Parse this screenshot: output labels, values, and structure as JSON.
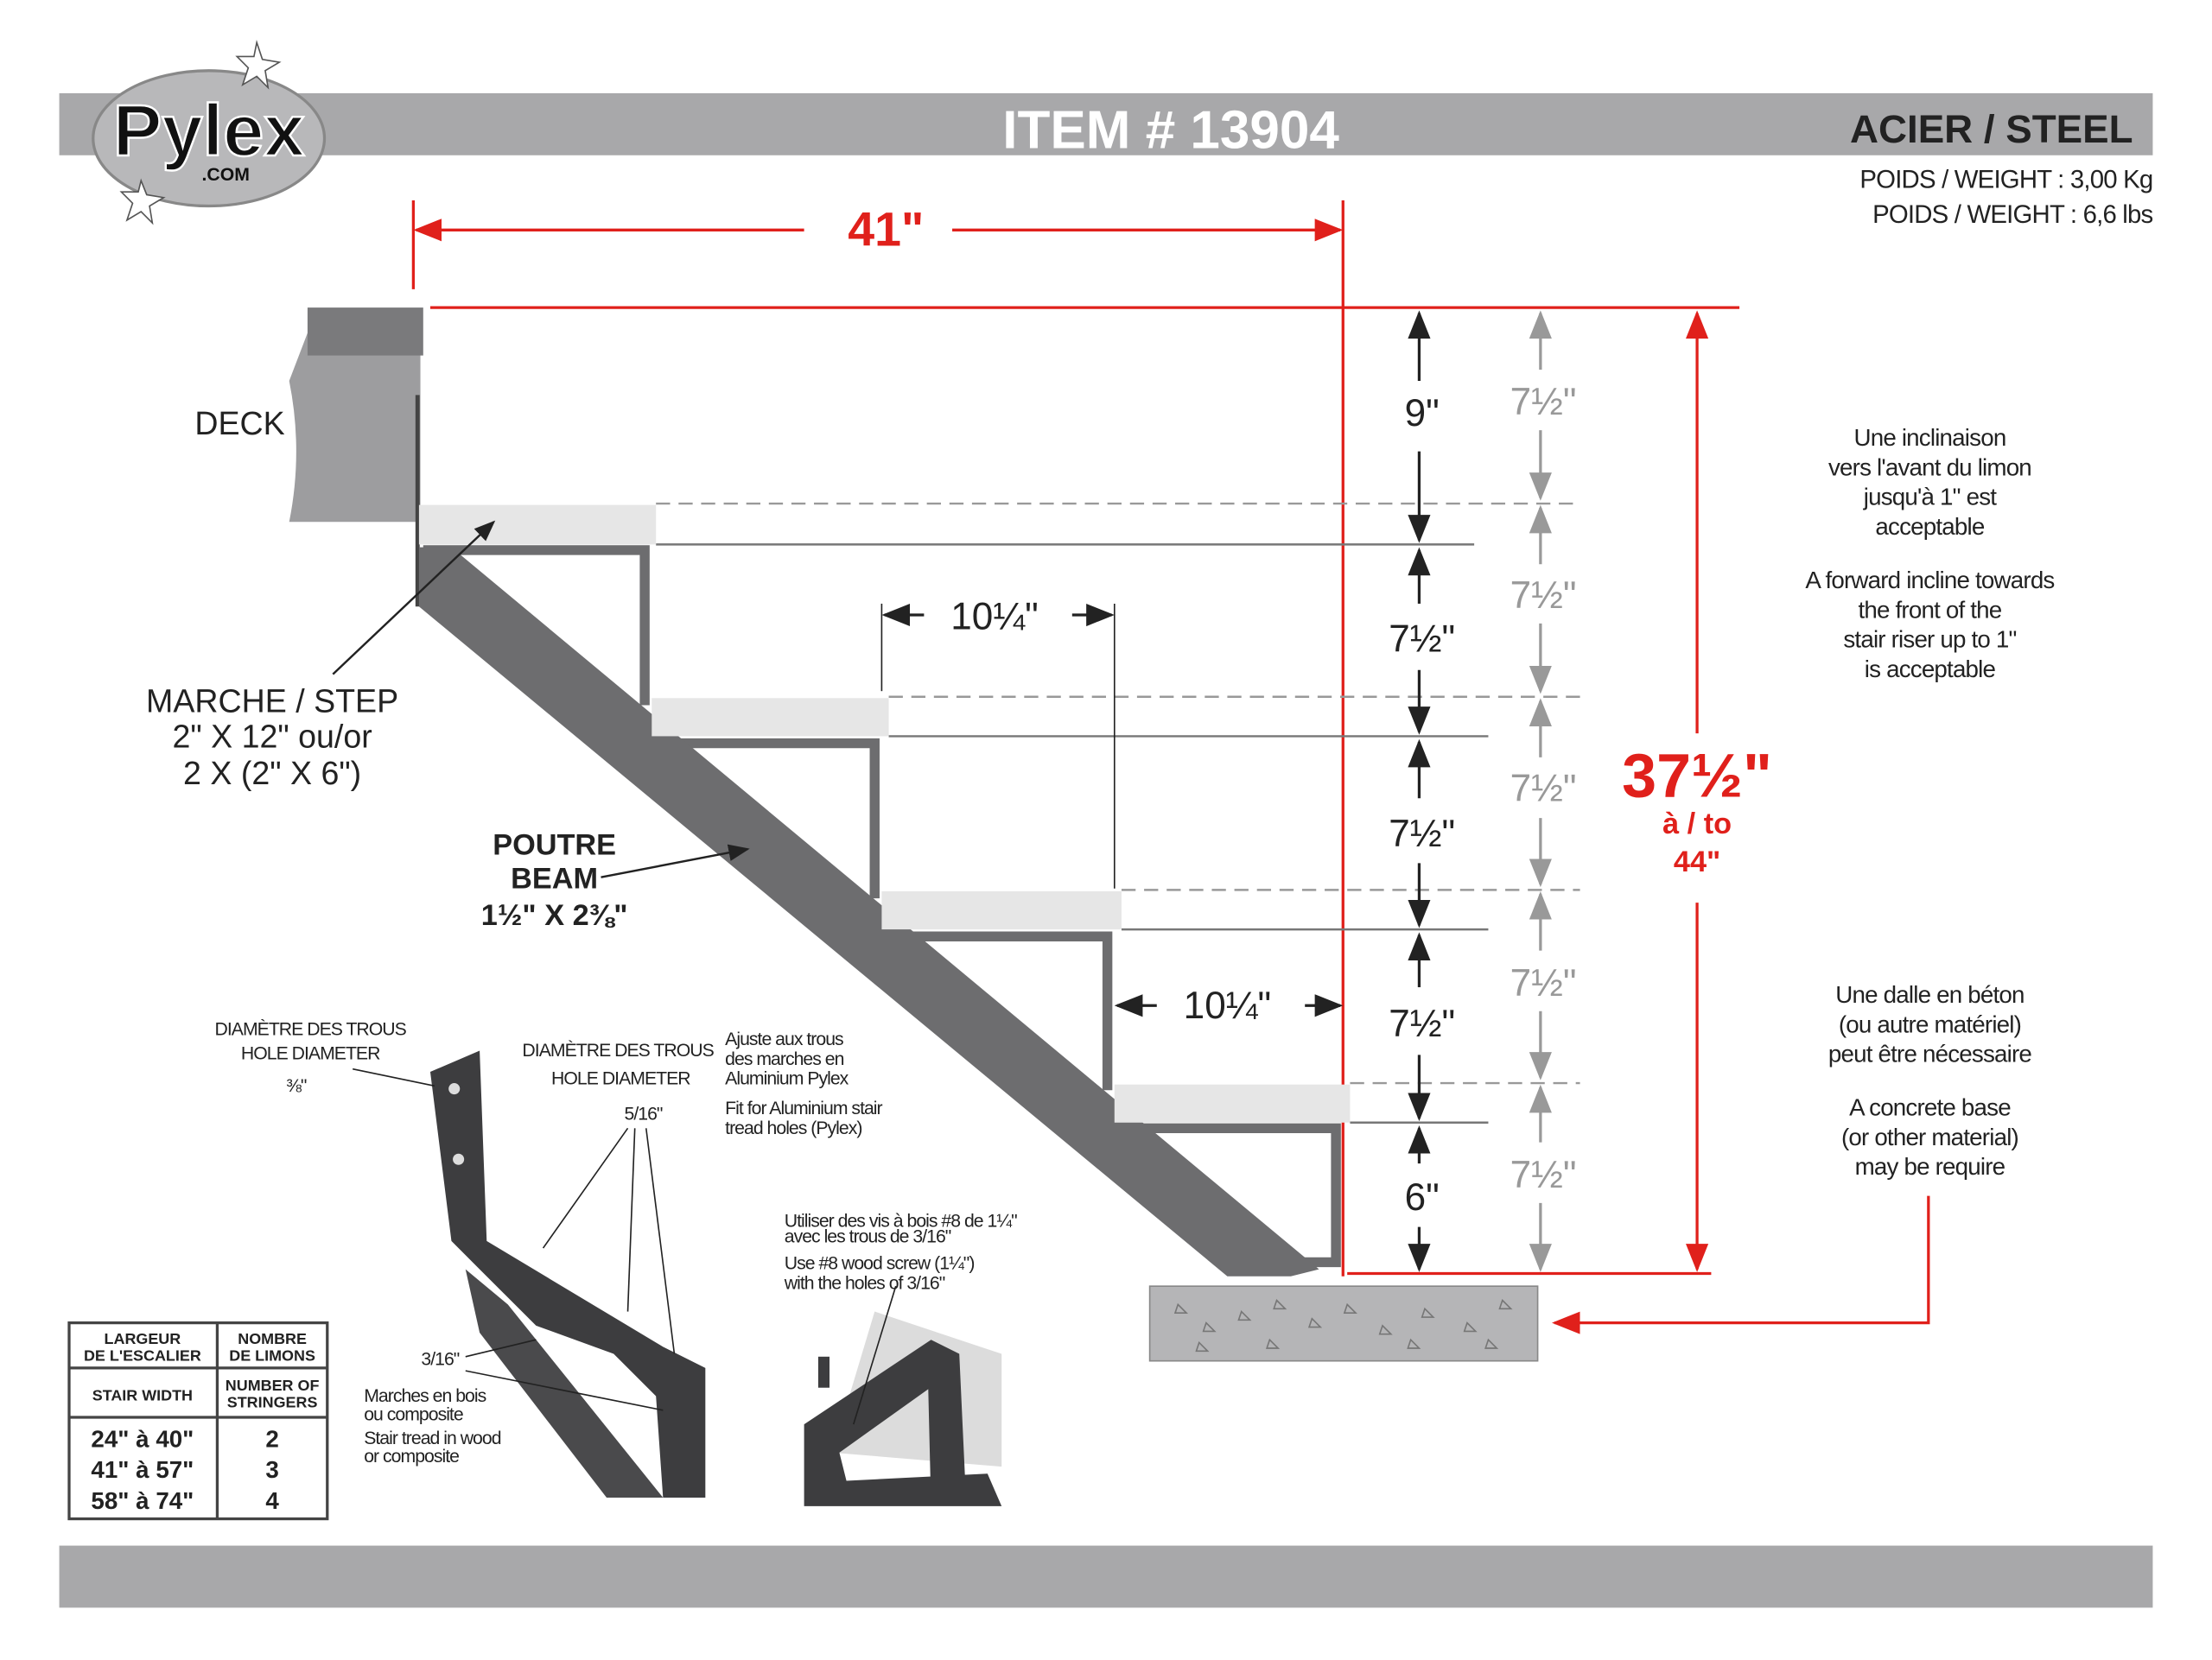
{
  "header": {
    "logo_text": "Pylex",
    "logo_sub": ".COM",
    "item": "ITEM # 13904",
    "material": "ACIER / STEEL",
    "weight_kg": "POIDS / WEIGHT : 3,00 Kg",
    "weight_lbs": "POIDS / WEIGHT : 6,6 lbs"
  },
  "colors": {
    "band": "#a8a8aa",
    "red": "#e0201b",
    "stringer": "#6d6d6f",
    "tread": "#e6e6e6"
  },
  "dimensions": {
    "width_total": "41\"",
    "height_total": "37½\"",
    "height_to": "à / to",
    "height_max": "44\"",
    "run_1": "10¼\"",
    "run_2": "10¼\"",
    "rises": [
      "9\"",
      "7½\"",
      "7½\"",
      "7½\"",
      "6\""
    ],
    "alt_rises": [
      "7½\"",
      "7½\"",
      "7½\"",
      "7½\"",
      "7½\""
    ]
  },
  "labels": {
    "deck": "DECK",
    "step": [
      "MARCHE / STEP",
      "2\" X 12\" ou/or",
      "2 X (2\" X 6\")"
    ],
    "beam": [
      "POUTRE",
      "BEAM",
      "1½\" X 2⅜\""
    ],
    "incline_fr": [
      "Une inclinaison",
      "vers l'avant du limon",
      "jusqu'à 1\" est",
      "acceptable"
    ],
    "incline_en": [
      "A forward incline towards",
      "the front of the",
      "stair riser up to 1\"",
      "is acceptable"
    ],
    "base_fr": [
      "Une dalle en béton",
      "(ou autre matériel)",
      "peut être nécessaire"
    ],
    "base_en": [
      "A concrete base",
      "(or other material)",
      "may be require"
    ]
  },
  "details": {
    "hole1": [
      "DIAMÈTRE DES TROUS",
      "HOLE DIAMETER",
      "⅜\""
    ],
    "hole2": [
      "DIAMÈTRE DES TROUS",
      "HOLE DIAMETER",
      "5/16\""
    ],
    "fit": [
      "Ajuste aux trous",
      "des marches en",
      "Aluminium Pylex",
      "Fit for Aluminium stair",
      "tread holes (Pylex)"
    ],
    "hole3": "3/16\"",
    "wood": [
      "Marches en bois",
      "ou composite",
      "Stair tread in wood",
      "or composite"
    ],
    "screw": [
      "Utiliser des vis à bois #8 de 1¼\"",
      "avec les trous de 3/16\"",
      "Use #8 wood screw (1¼\")",
      "with the holes of 3/16\""
    ]
  },
  "table": {
    "headers": [
      [
        "LARGEUR",
        "DE L'ESCALIER"
      ],
      [
        "NOMBRE",
        "DE LIMONS"
      ]
    ],
    "subheaders": [
      [
        "STAIR WIDTH"
      ],
      [
        "NUMBER OF",
        "STRINGERS"
      ]
    ],
    "rows": [
      {
        "width": "24\" à 40\"",
        "count": "2"
      },
      {
        "width": "41\" à 57\"",
        "count": "3"
      },
      {
        "width": "58\" à 74\"",
        "count": "4"
      }
    ]
  }
}
